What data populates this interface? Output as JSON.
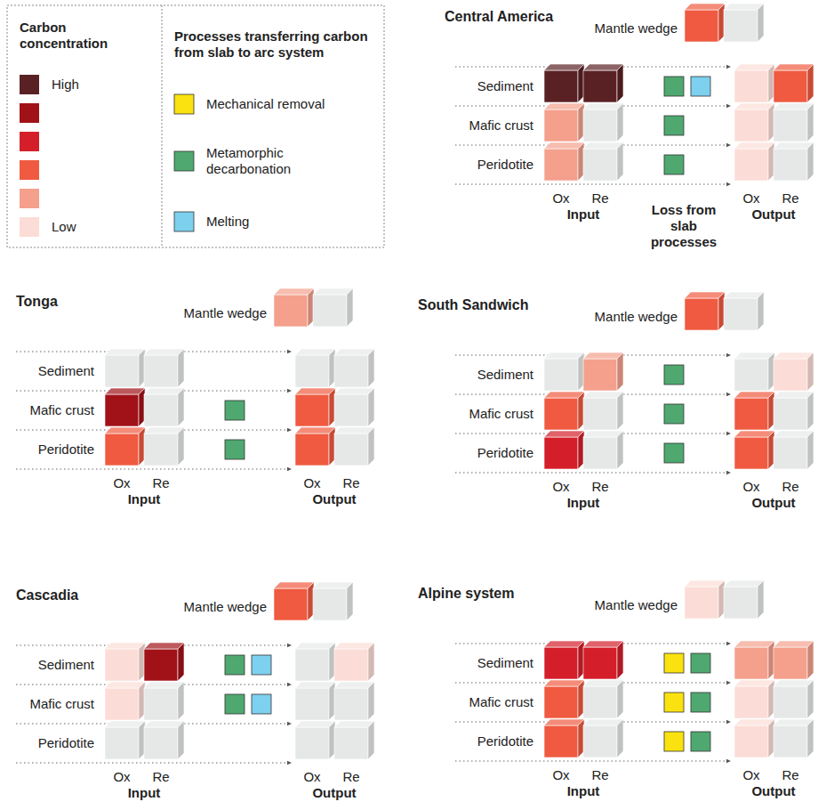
{
  "diagram": {
    "labels": [
      "Carbon concentration",
      "Processes transferring carbon from slab to arc system",
      "Central America",
      "Mantle wedge",
      "Sediment",
      "Mafic crust",
      "Peridotite",
      "Ox",
      "Re",
      "Input",
      "Loss from slab processes",
      "Ox",
      "Re",
      "Output",
      "Tonga",
      "Mantle wedge",
      "Sediment",
      "Mafic crust",
      "Peridotite",
      "Ox",
      "Re",
      "Input",
      "Ox",
      "Re",
      "Output",
      "South Sandwich",
      "Mantle wedge",
      "Sediment",
      "Mafic crust",
      "Peridotite",
      "Ox",
      "Re",
      "Input",
      "Ox",
      "Re",
      "Output",
      "Cascadia",
      "Mantle wedge",
      "Sediment",
      "Mafic crust",
      "Peridotite",
      "Ox",
      "Re",
      "Input",
      "Ox",
      "Re",
      "Output",
      "Alpine system",
      "Mantle wedge",
      "Sediment",
      "Mafic crust",
      "Peridotite",
      "Ox",
      "Re",
      "Input",
      "Ox",
      "Re",
      "Output"
    ],
    "legend": [
      {
        "text": "High",
        "color": "#5a2124"
      },
      {
        "text": "Low",
        "color": "#fcdcd6"
      },
      {
        "text": "Mechanical removal",
        "color": "#f9e20f"
      },
      {
        "text": "Metamorphic decarbonation",
        "color": "#4fa870"
      },
      {
        "text": "Melting",
        "color": "#7dd0ee"
      }
    ]
  }
}
